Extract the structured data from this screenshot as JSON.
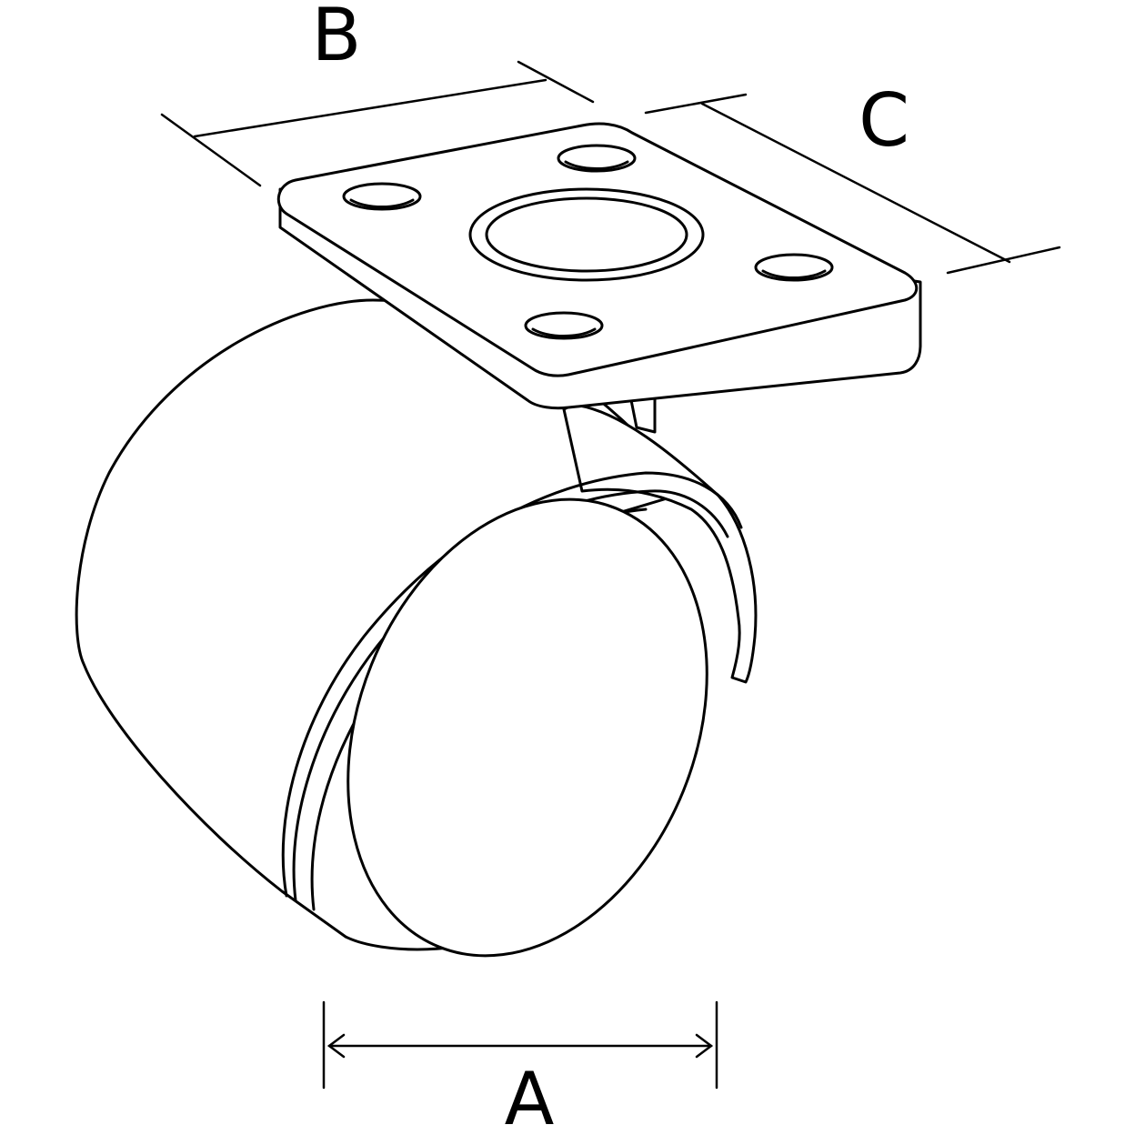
{
  "diagram": {
    "labels": {
      "width": "A",
      "plate_length": "B",
      "plate_depth": "C"
    },
    "colors": {
      "line": "#000000",
      "background": "#ffffff"
    }
  }
}
